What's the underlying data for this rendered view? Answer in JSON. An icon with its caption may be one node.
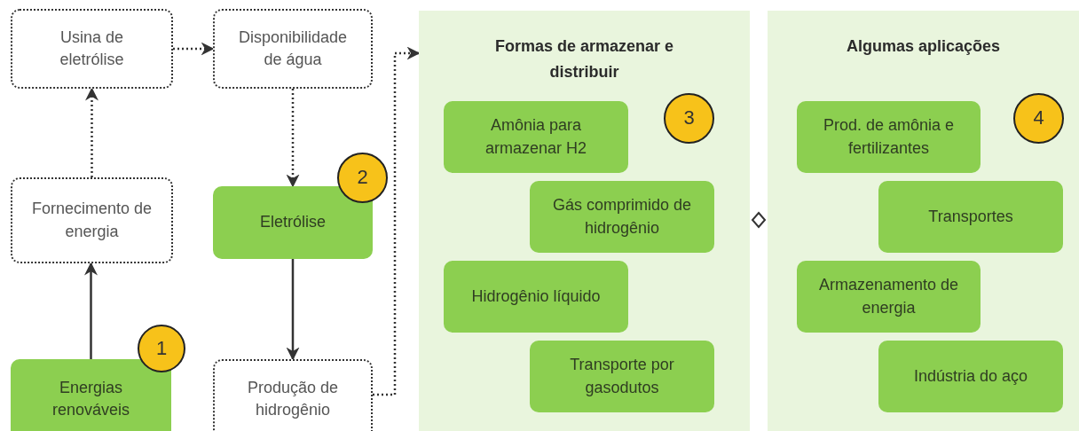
{
  "diagram": {
    "nodes": [
      {
        "text": [
          "Usina de eletrólise"
        ]
      },
      {
        "text": [
          "Disponibilidade de água"
        ]
      },
      {
        "text": [
          "Formas de armazenar e distribuir"
        ]
      },
      {
        "text": [
          "Amônia para armazenar H2"
        ],
        "in": 2
      },
      {
        "text": [
          "3"
        ],
        "in": 2
      },
      {
        "text": [
          "Gás comprimido de hidrogênio"
        ],
        "in": 2
      },
      {
        "text": [
          "Hidrogênio líquido"
        ],
        "in": 2
      },
      {
        "text": [
          "Transporte por gasodutos"
        ],
        "in": 2
      },
      {
        "text": [
          "Algumas aplicações"
        ]
      },
      {
        "text": [
          "Prod. de amônia e fertilizantes"
        ],
        "in": 8
      },
      {
        "text": [
          "4"
        ],
        "in": 8
      },
      {
        "text": [
          "Transportes"
        ],
        "in": 8
      },
      {
        "text": [
          "Armazenamento de energia"
        ],
        "in": 8
      },
      {
        "text": [
          "Indústria do aço"
        ],
        "in": 8
      },
      {
        "text": [
          "2"
        ]
      },
      {
        "text": [
          "Eletrólise"
        ]
      },
      {
        "text": [
          "Fornecimento de energia"
        ]
      },
      {
        "text": [
          "1"
        ]
      },
      {
        "text": [
          "Energias renováveis"
        ]
      },
      {
        "text": [
          "Produção de hidrogênio"
        ]
      }
    ],
    "edges": [
      {
        "from": 18,
        "to": 16,
        "arrow": "to"
      },
      {
        "from": 16,
        "to": 0,
        "arrow": "to",
        "style": "dashed"
      },
      {
        "from": 0,
        "to": 1,
        "arrow": "to",
        "style": "dashed"
      },
      {
        "from": 1,
        "to": 15,
        "arrow": "to",
        "style": "dashed"
      },
      {
        "from": 15,
        "to": 19,
        "arrow": "to"
      },
      {
        "from": 19,
        "to": 2,
        "arrow": "to",
        "style": "dashed"
      }
    ]
  }
}
